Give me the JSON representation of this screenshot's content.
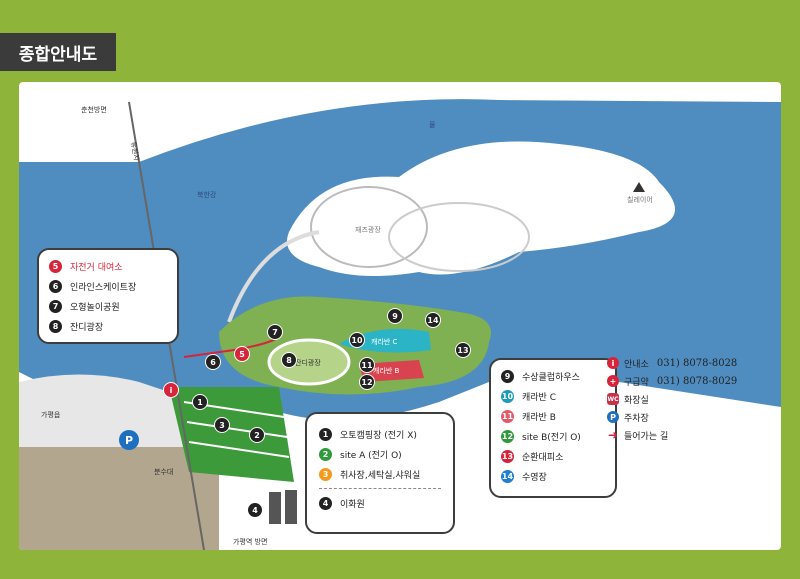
{
  "title": "종합안내도",
  "map_labels": {
    "lake": "물",
    "north_river": "북한강",
    "jazz_plaza": "재즈광장",
    "hill": "칠레이어",
    "lawn_plaza": "잔디광장",
    "road_top": "춘천방면",
    "road_side": "유원지",
    "gapyeong": "가평읍",
    "fountain": "분수대",
    "gapyeong_station": "가평역 방면",
    "caravan_c": "캐라반 C",
    "caravan_b": "캐라반 B"
  },
  "callout_left": [
    {
      "num": "5",
      "label": "자전거 대여소",
      "color": "#d7243a",
      "text_color": "#d7243a"
    },
    {
      "num": "6",
      "label": "인라인스케이트장",
      "color": "#222222",
      "text_color": "#222222"
    },
    {
      "num": "7",
      "label": "오형놀이공원",
      "color": "#222222",
      "text_color": "#222222"
    },
    {
      "num": "8",
      "label": "잔디광장",
      "color": "#222222",
      "text_color": "#222222"
    }
  ],
  "callout_bottom": [
    {
      "num": "1",
      "label": "오토캠핑장 (전기 X)",
      "color": "#222222"
    },
    {
      "num": "2",
      "label": "site A (전기 O)",
      "color": "#2e9a3a"
    },
    {
      "num": "3",
      "label": "취사장,세탁실,샤워실",
      "color": "#f29a1e"
    },
    {
      "num": "4",
      "label": "이화원",
      "color": "#222222"
    }
  ],
  "callout_right": [
    {
      "num": "9",
      "label": "수상클럽하우스",
      "color": "#222222"
    },
    {
      "num": "10",
      "label": "캐라반 C",
      "color": "#1f9bb8"
    },
    {
      "num": "11",
      "label": "캐라반 B",
      "color": "#e25a6a"
    },
    {
      "num": "12",
      "label": "site B(전기 O)",
      "color": "#2e9a3a"
    },
    {
      "num": "13",
      "label": "순환대피소",
      "color": "#d7243a"
    },
    {
      "num": "14",
      "label": "수영장",
      "color": "#1f7fd0"
    }
  ],
  "legend": [
    {
      "icon": "i",
      "label": "안내소",
      "phone": "031) 8078-8028",
      "color": "#d7243a"
    },
    {
      "icon": "+",
      "label": "구급약",
      "phone": "031) 8078-8029",
      "color": "#d7243a"
    },
    {
      "icon": "WC",
      "label": "화장실",
      "phone": "",
      "color": "#c9304a"
    },
    {
      "icon": "P",
      "label": "주차장",
      "phone": "",
      "color": "#1f6fc0"
    },
    {
      "icon": "➜",
      "label": "들어가는 길",
      "phone": "",
      "color": "#d7243a"
    }
  ],
  "map_pins": {
    "p1": "1",
    "p2": "2",
    "p3": "3",
    "p4": "4",
    "p5": "5",
    "p6": "6",
    "p7": "7",
    "p8": "8",
    "p9": "9",
    "p10": "10",
    "p11": "11",
    "p12": "12",
    "p13": "13",
    "p14": "14",
    "parking": "P",
    "info": "i"
  }
}
